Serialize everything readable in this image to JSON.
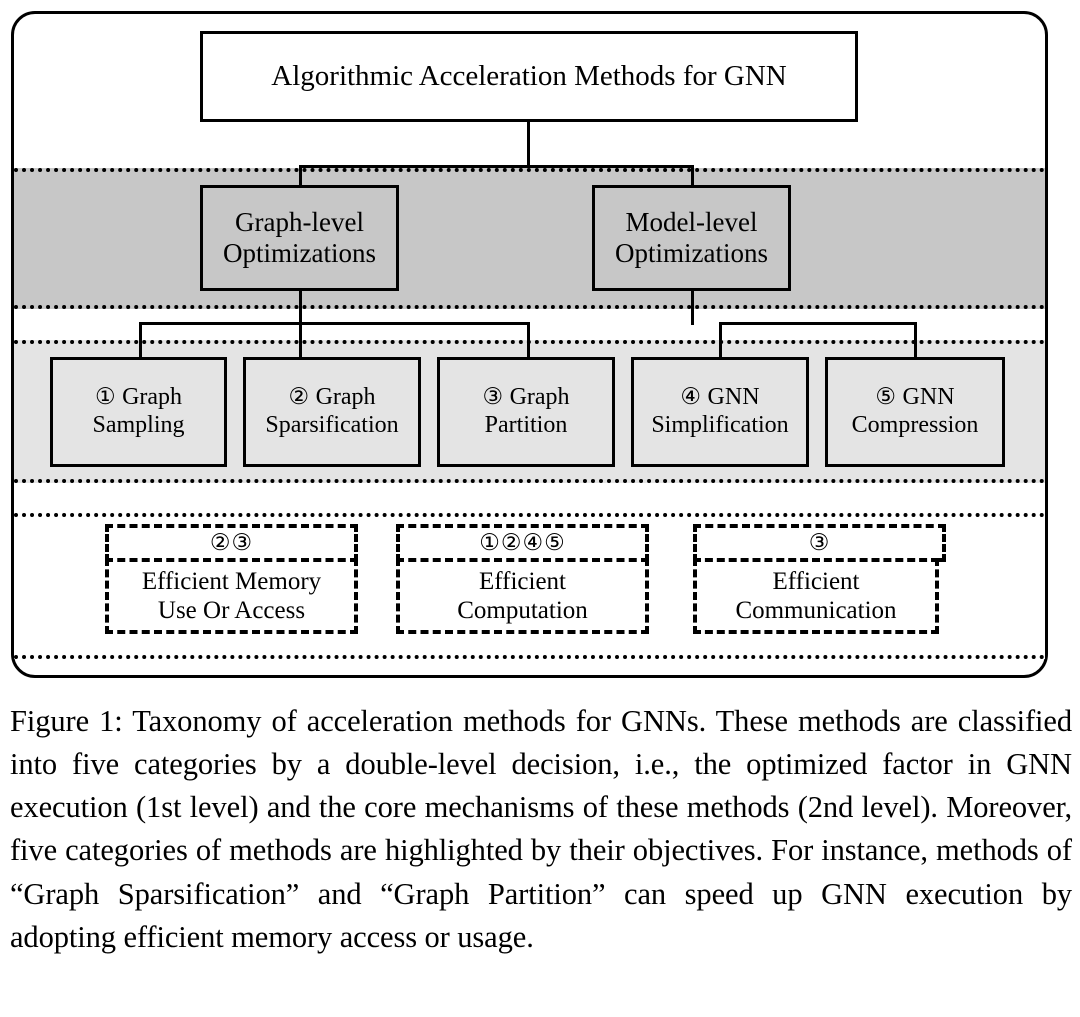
{
  "figure": {
    "root": {
      "label": "Algorithmic Acceleration Methods for GNN"
    },
    "level1": [
      {
        "id": "graph-level",
        "label_line1": "Graph-level",
        "label_line2": "Optimizations"
      },
      {
        "id": "model-level",
        "label_line1": "Model-level",
        "label_line2": "Optimizations"
      }
    ],
    "level2": [
      {
        "id": "graph-sampling",
        "marker": "①",
        "label_line1": "Graph",
        "label_line2": "Sampling"
      },
      {
        "id": "graph-sparsification",
        "marker": "②",
        "label_line1": "Graph",
        "label_line2": "Sparsification"
      },
      {
        "id": "graph-partition",
        "marker": "③",
        "label_line1": "Graph",
        "label_line2": "Partition"
      },
      {
        "id": "gnn-simplification",
        "marker": "④",
        "label_line1": "GNN",
        "label_line2": "Simplification"
      },
      {
        "id": "gnn-compression",
        "marker": "⑤",
        "label_line1": "GNN",
        "label_line2": "Compression"
      }
    ],
    "objectives": [
      {
        "id": "efficient-memory",
        "markers": "②③",
        "label_line1": "Efficient Memory",
        "label_line2": "Use Or Access"
      },
      {
        "id": "efficient-computation",
        "markers": "①②④⑤",
        "label_line1": "Efficient",
        "label_line2": "Computation"
      },
      {
        "id": "efficient-communication",
        "markers": "③",
        "label_line1": "Efficient",
        "label_line2": "Communication"
      }
    ],
    "colors": {
      "band_dark": "#c7c7c7",
      "band_light": "#e4e4e4",
      "line": "#000000",
      "page_background": "#ffffff"
    }
  },
  "caption": {
    "prefix": "Figure 1:",
    "text": "Taxonomy of acceleration methods for GNNs. These methods are classified into five categories by a double-level decision, i.e., the optimized factor in GNN execution (1st level) and the core mechanisms of these methods (2nd level). Moreover, five categories of methods are highlighted by their objectives. For instance, methods of “Graph Sparsification” and “Graph Partition” can speed up GNN execution by adopting efficient memory access or usage."
  }
}
